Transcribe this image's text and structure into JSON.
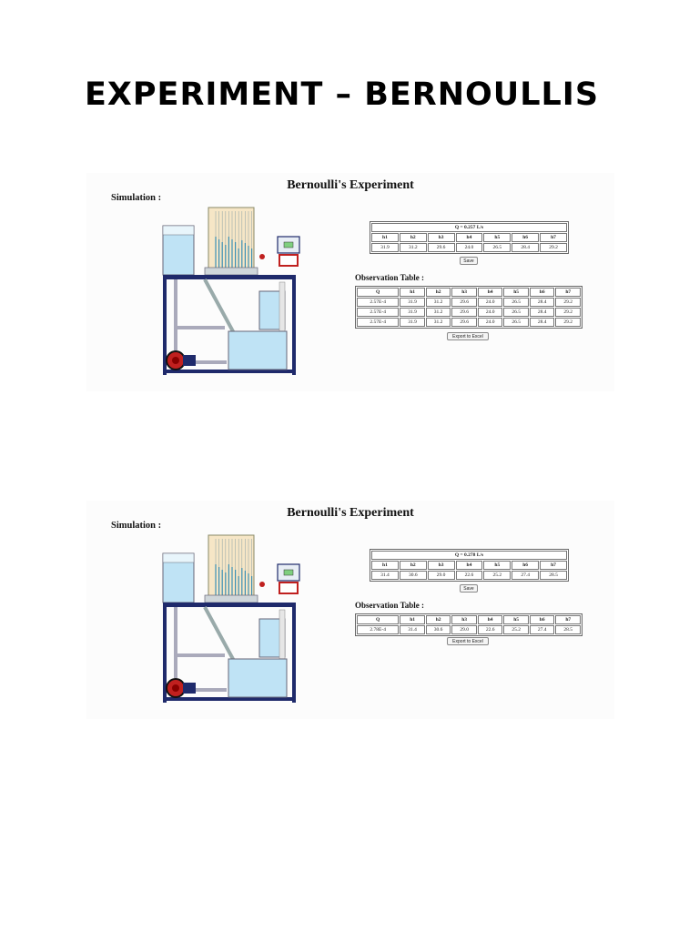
{
  "document": {
    "title": "EXPERIMENT – BERNOULLIS"
  },
  "colors": {
    "frame": "#1f2a6b",
    "water": "#bfe3f5",
    "tank": "#d8dde1",
    "pump": "#c0201f"
  },
  "panels": [
    {
      "title": "Bernoulli's Experiment",
      "simulation_label": "Simulation :",
      "flow_label": "Q = 0.257 L/s",
      "result_headers": [
        "h1",
        "h2",
        "h3",
        "h4",
        "h5",
        "h6",
        "h7"
      ],
      "result_values": [
        "31.9",
        "31.2",
        "29.6",
        "24.0",
        "26.5",
        "28.4",
        "29.2"
      ],
      "save_label": "Save",
      "observation_label": "Observation Table :",
      "observation_headers": [
        "Q",
        "h1",
        "h2",
        "h3",
        "h4",
        "h5",
        "h6",
        "h7"
      ],
      "observation_rows": [
        [
          "2.57E-4",
          "31.9",
          "31.2",
          "29.6",
          "24.0",
          "26.5",
          "28.4",
          "29.2"
        ],
        [
          "2.57E-4",
          "31.9",
          "31.2",
          "29.6",
          "24.0",
          "26.5",
          "28.4",
          "29.2"
        ],
        [
          "2.57E-4",
          "31.9",
          "31.2",
          "29.6",
          "24.0",
          "26.5",
          "28.4",
          "29.2"
        ]
      ],
      "export_label": "Export to Excel"
    },
    {
      "title": "Bernoulli's Experiment",
      "simulation_label": "Simulation :",
      "flow_label": "Q = 0.278 L/s",
      "result_headers": [
        "h1",
        "h2",
        "h3",
        "h4",
        "h5",
        "h6",
        "h7"
      ],
      "result_values": [
        "31.4",
        "30.6",
        "29.0",
        "22.6",
        "25.2",
        "27.4",
        "28.5"
      ],
      "save_label": "Save",
      "observation_label": "Observation Table :",
      "observation_headers": [
        "Q",
        "h1",
        "h2",
        "h3",
        "h4",
        "h5",
        "h6",
        "h7"
      ],
      "observation_rows": [
        [
          "2.78E-4",
          "31.4",
          "30.6",
          "29.0",
          "22.6",
          "25.2",
          "27.4",
          "28.5"
        ]
      ],
      "export_label": "Export to Excel"
    }
  ]
}
